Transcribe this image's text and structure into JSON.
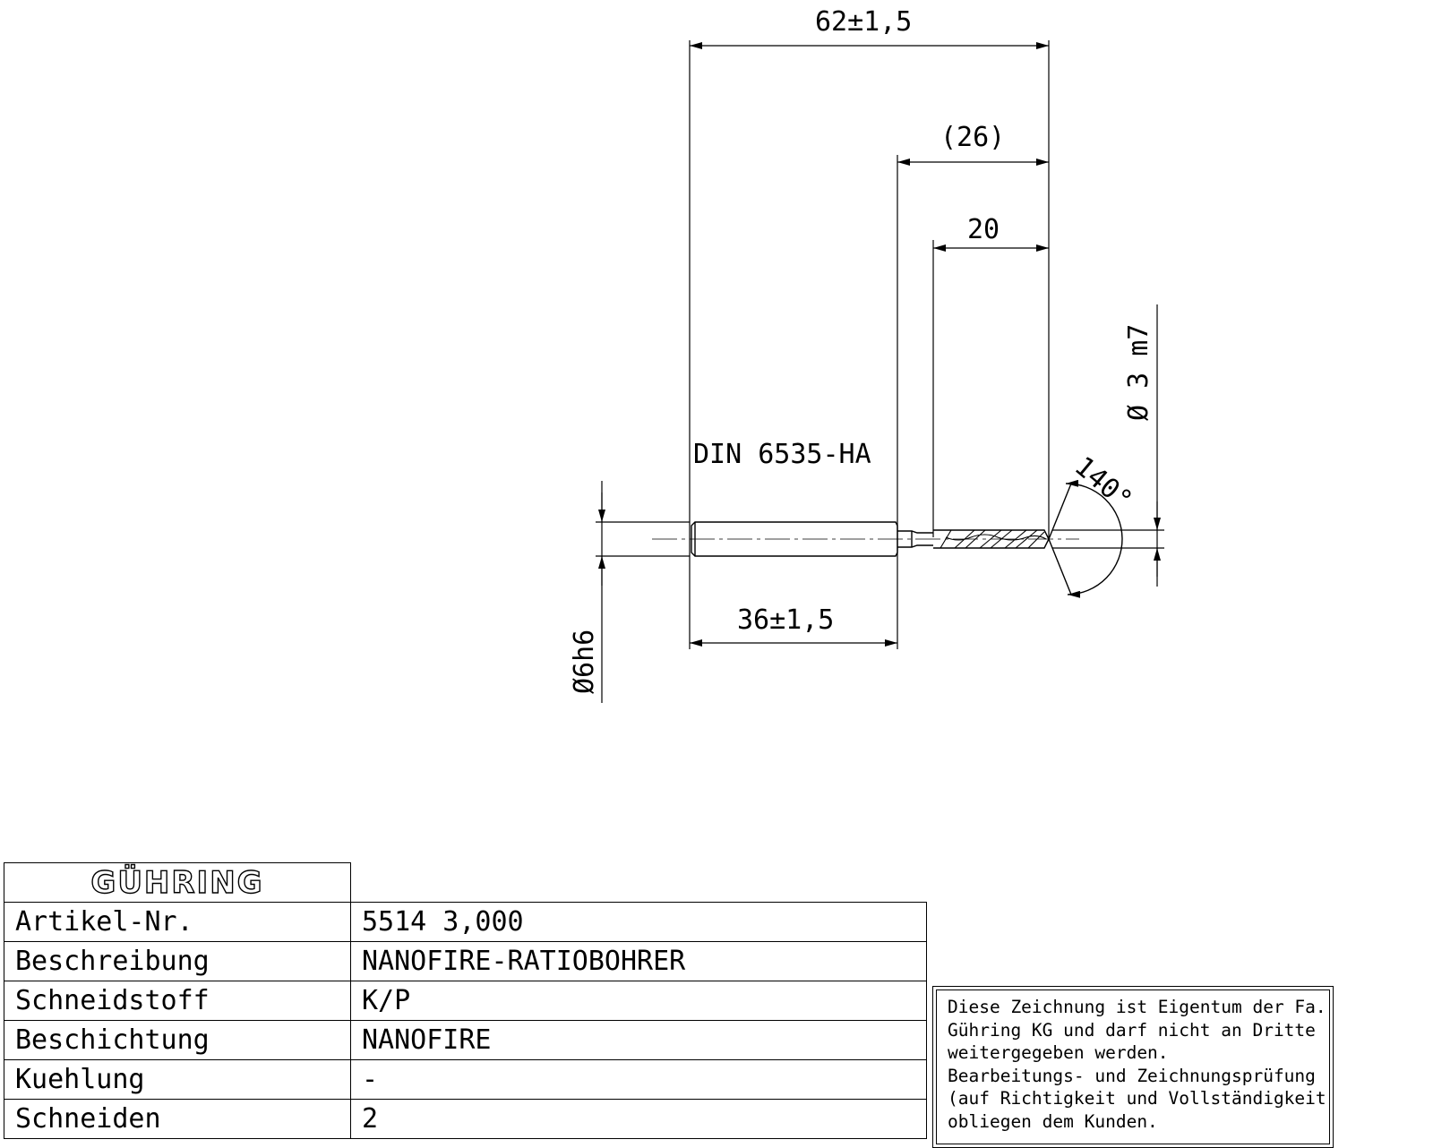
{
  "drawing": {
    "dim_total_length": "62±1,5",
    "dim_flute_ref": "(26)",
    "dim_flute": "20",
    "dim_diameter": "Ø 3 m7",
    "standard": "DIN 6535-HA",
    "angle": "140°",
    "dim_shank_length": "36±1,5",
    "dim_shank_diameter": "Ø6h6"
  },
  "logo": {
    "text": "GÜHRING"
  },
  "specs": [
    {
      "label": "Artikel-Nr.",
      "value": "5514 3,000"
    },
    {
      "label": "Beschreibung",
      "value": "NANOFIRE-RATIOBOHRER"
    },
    {
      "label": "Schneidstoff",
      "value": "K/P"
    },
    {
      "label": "Beschichtung",
      "value": "NANOFIRE"
    },
    {
      "label": "Kuehlung",
      "value": "-"
    },
    {
      "label": "Schneiden",
      "value": "2"
    }
  ],
  "notice": {
    "lines": [
      "Diese Zeichnung ist Eigentum der Fa.",
      "Gühring KG und darf nicht an Dritte",
      "weitergegeben werden.",
      "Bearbeitungs- und Zeichnungsprüfung",
      "(auf Richtigkeit und Vollständigkeit)",
      "obliegen dem Kunden."
    ]
  }
}
